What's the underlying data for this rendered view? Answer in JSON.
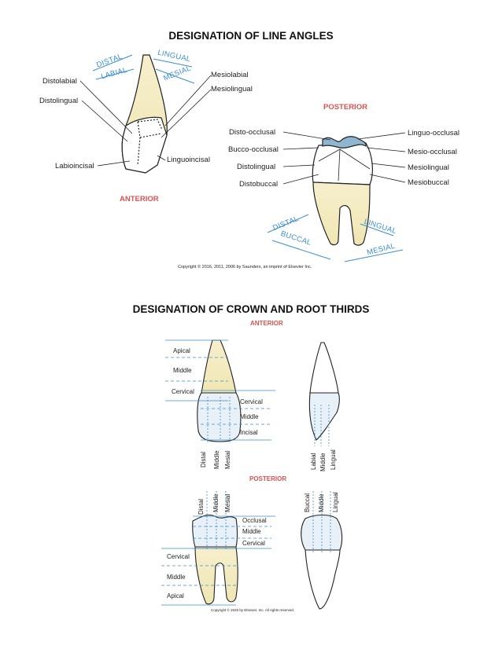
{
  "section1": {
    "title": "DESIGNATION OF LINE ANGLES",
    "anterior_labels": {
      "distolabial": "Distolabial",
      "distolingual": "Distolingual",
      "labioincisal": "Labioincisal",
      "mesiolabial": "Mesiolabial",
      "mesiolingual": "Mesiolingual",
      "linguoincisal": "Linguoincisal"
    },
    "anterior_axes": {
      "distal": "DISTAL",
      "lingual": "LINGUAL",
      "labial": "LABIAL",
      "mesial": "MESIAL"
    },
    "anterior_heading": "ANTERIOR",
    "posterior_heading": "POSTERIOR",
    "posterior_labels": {
      "disto_occlusal": "Disto-occlusal",
      "bucco_occlusal": "Bucco-occlusal",
      "distolingual": "Distolingual",
      "distobuccal": "Distobuccal",
      "linguo_occlusal": "Linguo-occlusal",
      "mesio_occlusal": "Mesio-occlusal",
      "mesiolingual": "Mesiolingual",
      "mesiobuccal": "Mesiobuccal"
    },
    "posterior_axes": {
      "distal": "DISTAL",
      "buccal": "BUCCAL",
      "lingual": "LINGUAL",
      "mesial": "MESIAL"
    },
    "copyright": "Copyright © 2016, 2011, 2006 by Saunders, an imprint of Elsevier Inc."
  },
  "section2": {
    "title": "DESIGNATION OF CROWN AND ROOT THIRDS",
    "anterior_heading": "ANTERIOR",
    "posterior_heading": "POSTERIOR",
    "anterior_root": {
      "apical": "Apical",
      "middle": "Middle",
      "cervical": "Cervical"
    },
    "anterior_crown": {
      "cervical": "Cervical",
      "middle": "Middle",
      "incisal": "Incisal"
    },
    "anterior_mesiodistal": {
      "distal": "Distal",
      "middle": "Middle",
      "mesial": "Mesial"
    },
    "anterior_labiolingual": {
      "labial": "Labial",
      "middle": "Middle",
      "lingual": "Lingual"
    },
    "posterior_mesiodistal": {
      "distal": "Distal",
      "middle": "Middle",
      "mesial": "Mesial"
    },
    "posterior_buccolingual": {
      "buccal": "Buccal",
      "middle": "Middle",
      "lingual": "Lingual"
    },
    "posterior_crown": {
      "occlusal": "Occlusal",
      "middle": "Middle",
      "cervical": "Cervical"
    },
    "posterior_root": {
      "cervical": "Cervical",
      "middle": "Middle",
      "apical": "Apical"
    },
    "copyright": "Copyright © 2020 by Elsevier, Inc. All rights reserved."
  },
  "colors": {
    "root": "#f3ecc4",
    "crown": "#e8f1f8",
    "guide": "#3a8fd1",
    "heading": "#d9534f",
    "dark_crown": "#8fb6d1"
  }
}
